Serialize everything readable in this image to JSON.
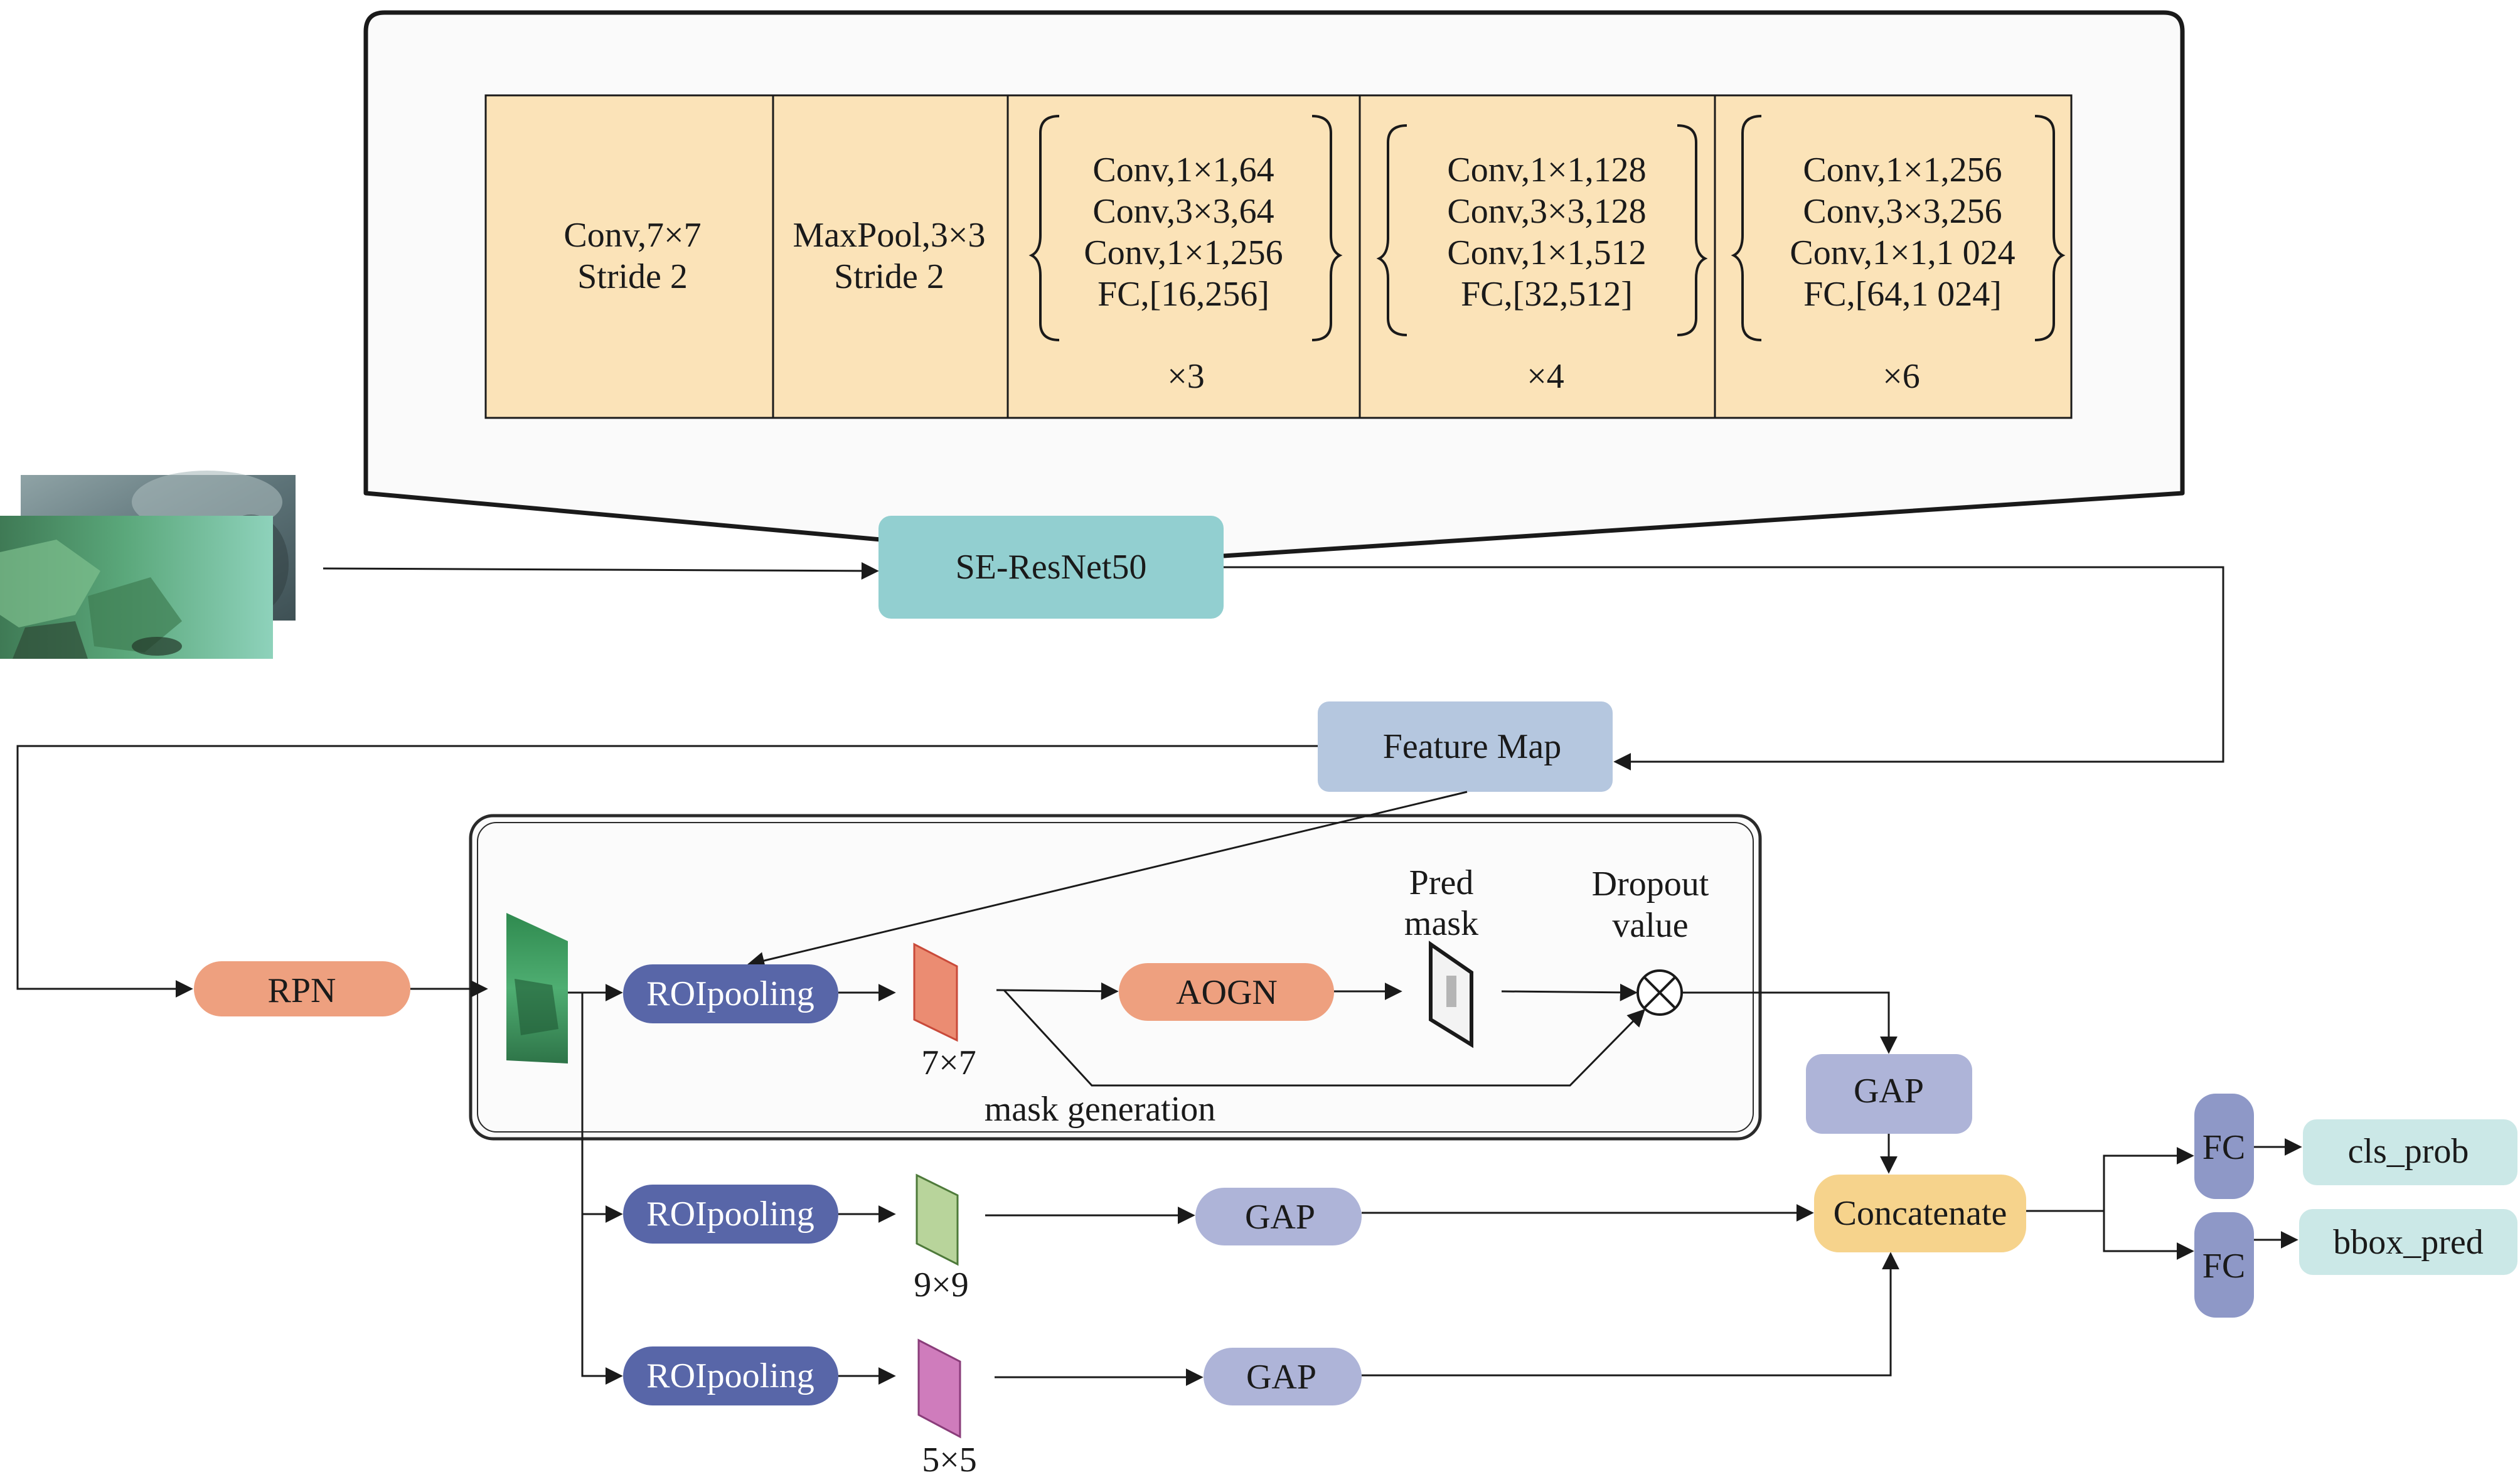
{
  "backbone": {
    "name": "SE-ResNet50",
    "stages": [
      {
        "lines": [
          "Conv,7×7",
          "Stride 2"
        ],
        "repeat": ""
      },
      {
        "lines": [
          "MaxPool,3×3",
          "Stride 2"
        ],
        "repeat": ""
      },
      {
        "lines": [
          "Conv,1×1,64",
          "Conv,3×3,64",
          "Conv,1×1,256",
          "FC,[16,256]"
        ],
        "repeat": "×3"
      },
      {
        "lines": [
          "Conv,1×1,128",
          "Conv,3×3,128",
          "Conv,1×1,512",
          "FC,[32,512]"
        ],
        "repeat": "×4"
      },
      {
        "lines": [
          "Conv,1×1,256",
          "Conv,3×3,256",
          "Conv,1×1,1 024",
          "FC,[64,1 024]"
        ],
        "repeat": "×6"
      }
    ]
  },
  "nodes": {
    "feature_map": "Feature Map",
    "rpn": "RPN",
    "roipooling": "ROIpooling",
    "aogn": "AOGN",
    "gap": "GAP",
    "concatenate": "Concatenate",
    "fc": "FC",
    "cls_prob": "cls_prob",
    "bbox_pred": "bbox_pred"
  },
  "labels": {
    "pred_mask": [
      "Pred",
      "mask"
    ],
    "dropout_value": [
      "Dropout",
      "value"
    ],
    "mask_generation": "mask generation",
    "size_7": "7×7",
    "size_9": "9×9",
    "size_5": "5×5"
  },
  "colors": {
    "backbone_table": "#fbe3b8",
    "se_resnet": "#92cfd0",
    "feature_map": "#b5c7df",
    "rpn": "#eea07f",
    "aogn": "#eea07f",
    "roipooling": "#5866a8",
    "gap": "#aeb4d8",
    "concatenate": "#f6d38c",
    "fc": "#8e98c7",
    "output": "#cbe8e7",
    "feat_7": "#eb8c72",
    "feat_9": "#b8d49b",
    "feat_5": "#cf7cbc"
  }
}
